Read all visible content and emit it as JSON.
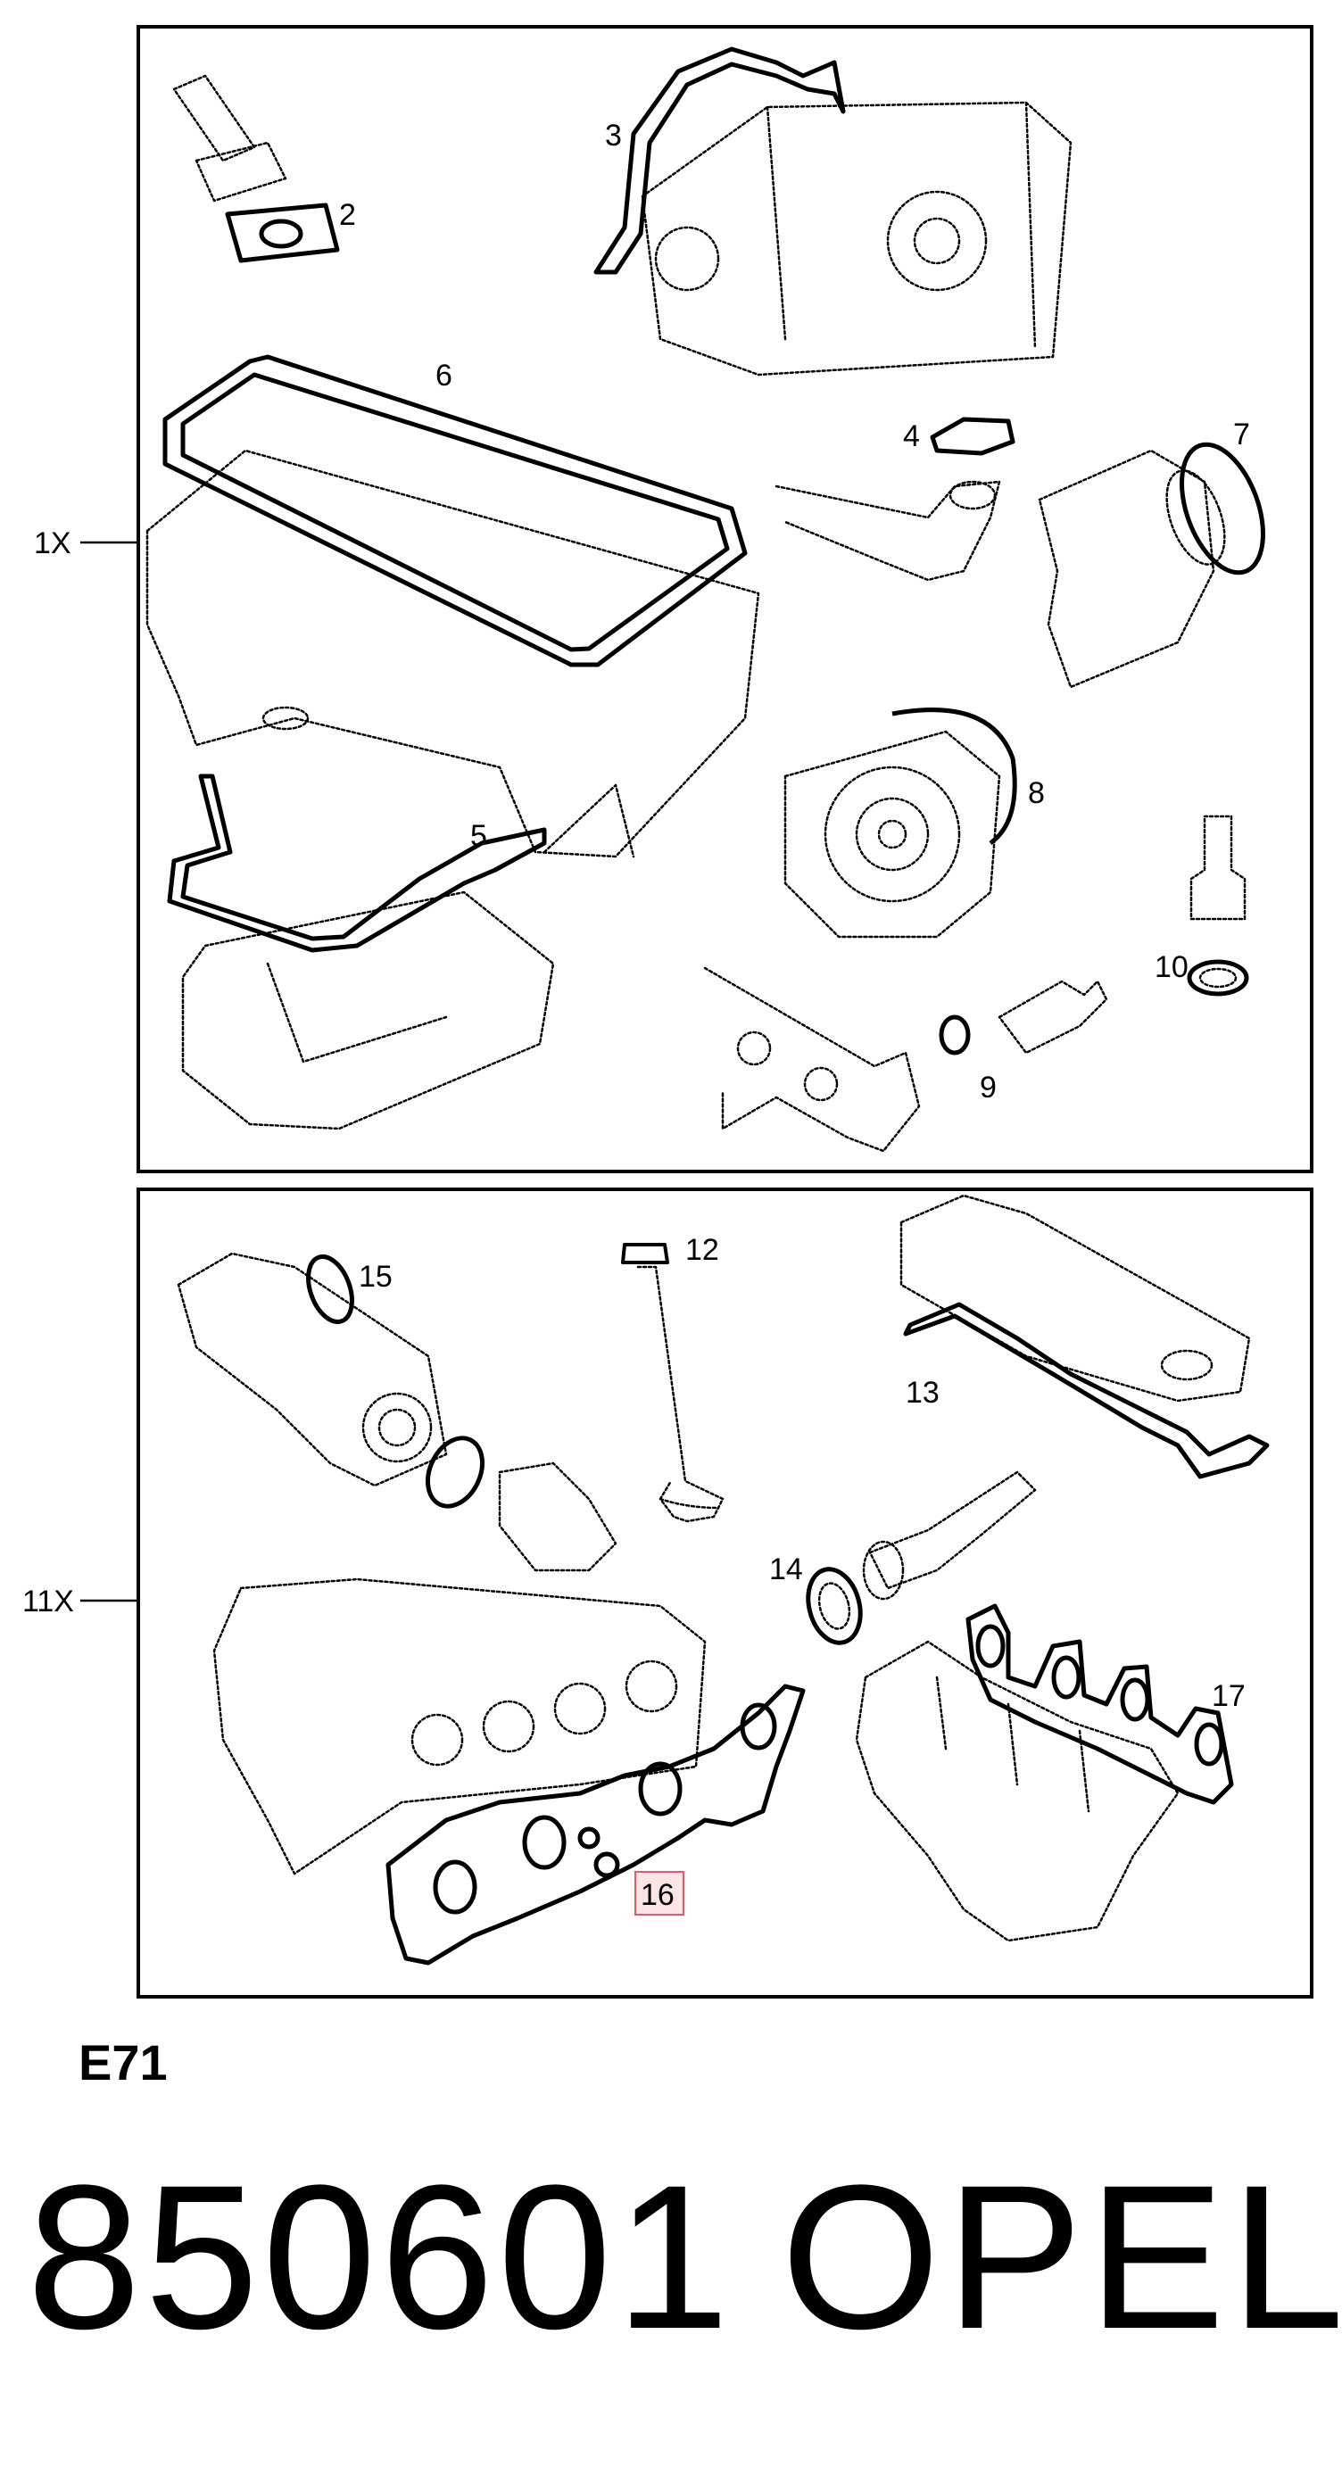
{
  "diagram": {
    "panels": [
      {
        "quantity": "1X"
      },
      {
        "quantity": "11X"
      }
    ],
    "callouts": [
      "2",
      "3",
      "4",
      "5",
      "6",
      "7",
      "8",
      "9",
      "10",
      "12",
      "13",
      "14",
      "15",
      "16",
      "17"
    ],
    "highlighted_callout": "16",
    "colors": {
      "line": "#000000",
      "highlight_fill": "#fbe3e6",
      "highlight_stroke": "#e05a6a"
    }
  },
  "diagram_code": "E71",
  "part_number": "850601",
  "brand": "OPEL"
}
